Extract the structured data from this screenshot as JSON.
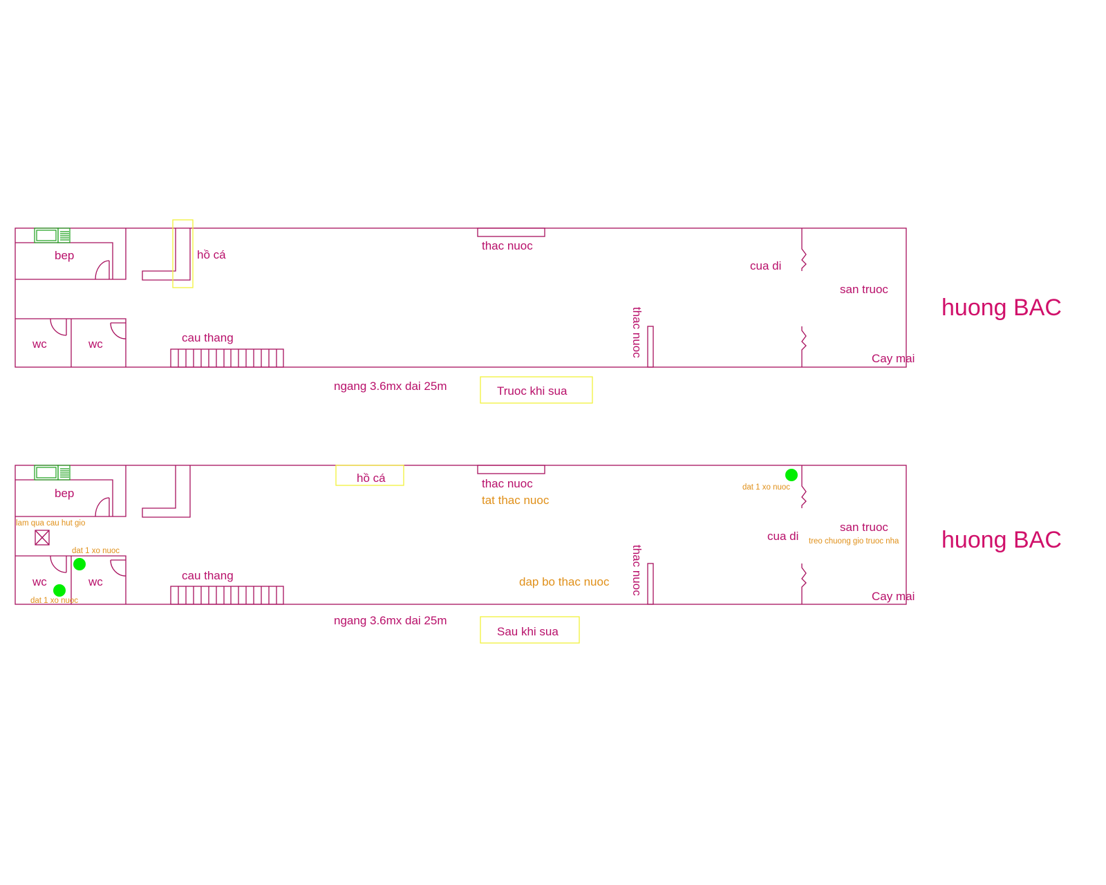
{
  "colors": {
    "wall": "#a8115e",
    "text": "#b8106a",
    "note": "#e0901a",
    "highlight": "#f2f23a",
    "marker": "#00ee00"
  },
  "before": {
    "bep": "bep",
    "wc1": "wc",
    "wc2": "wc",
    "ho_ca": "hồ cá",
    "thac_nuoc_top": "thac nuoc",
    "thac_nuoc_side": "thac nuoc",
    "cau_thang": "cau thang",
    "cua_di": "cua di",
    "san_truoc": "san truoc",
    "cay_mai": "Cay mai",
    "direction": "huong BAC",
    "dimensions": "ngang 3.6mx dai 25m",
    "caption": "Truoc khi sua"
  },
  "after": {
    "bep": "bep",
    "wc1": "wc",
    "wc2": "wc",
    "ho_ca": "hồ cá",
    "thac_nuoc_top": "thac nuoc",
    "tat_thac_nuoc": "tat thac nuoc",
    "thac_nuoc_side": "thac nuoc",
    "dap_bo": "dap bo thac nuoc",
    "cau_thang": "cau thang",
    "cua_di": "cua di",
    "san_truoc": "san truoc",
    "treo_chuong": "treo chuong gio truoc nha",
    "cay_mai": "Cay mai",
    "hut_gio": "lam qua cau hut gio",
    "xo_nuoc_wc_top": "dat 1 xo nuoc",
    "xo_nuoc_wc_bottom": "dat 1 xo nuoc",
    "xo_nuoc_door": "dat 1 xo nuoc",
    "direction": "huong BAC",
    "dimensions": "ngang 3.6mx dai 25m",
    "caption": "Sau khi sua"
  }
}
